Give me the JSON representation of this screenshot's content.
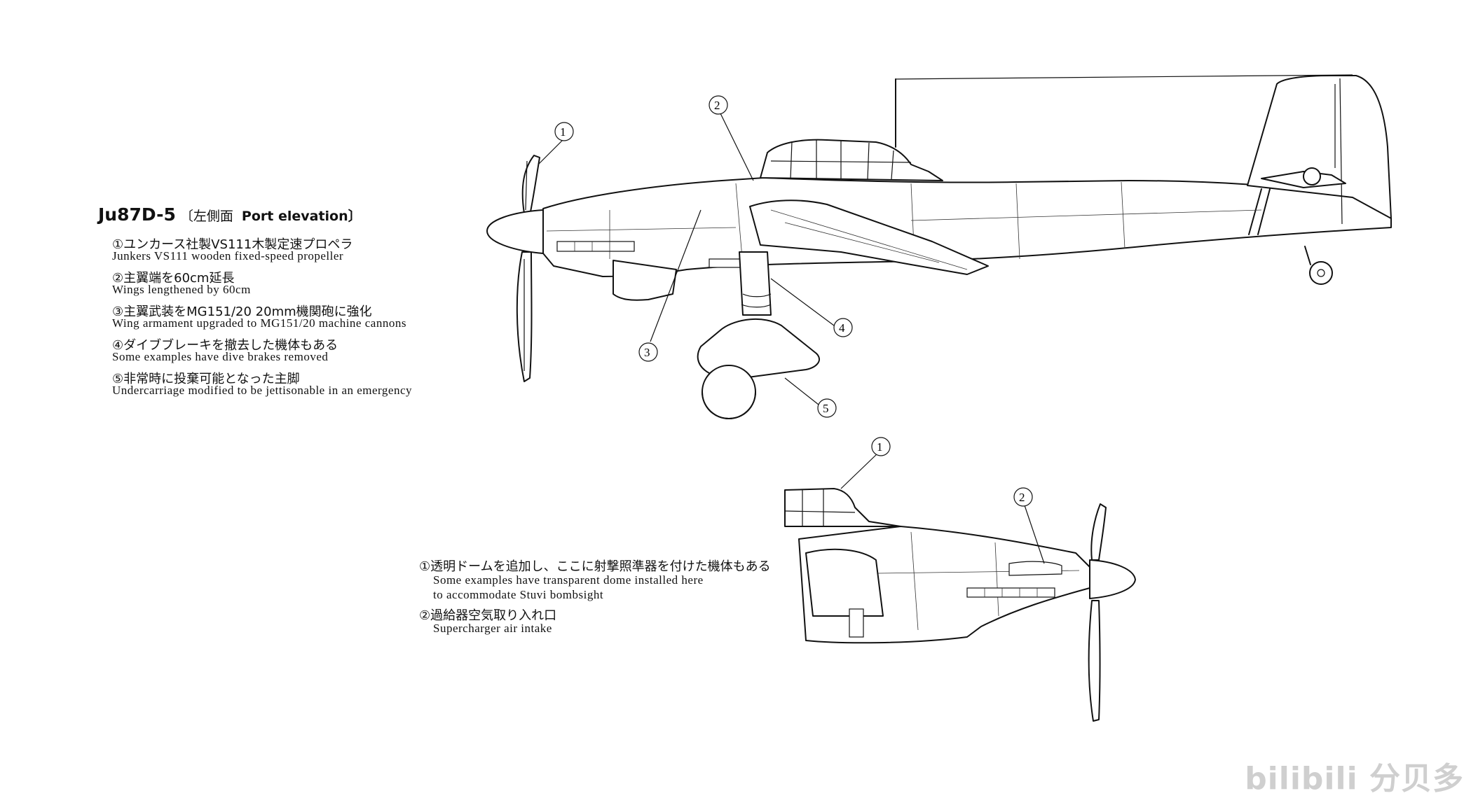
{
  "top_notes": {
    "title_main": "Ju87D-5",
    "title_jp": "〔左側面",
    "title_en": "Port elevation〕",
    "items": [
      {
        "jp": "①ユンカース社製VS111木製定速プロペラ",
        "en": "Junkers VS111 wooden fixed-speed propeller"
      },
      {
        "jp": "②主翼端を60cm延長",
        "en": "Wings lengthened by 60cm"
      },
      {
        "jp": "③主翼武装をMG151/20 20mm機関砲に強化",
        "en": "Wing armament upgraded to MG151/20 machine cannons"
      },
      {
        "jp": "④ダイブブレーキを撤去した機体もある",
        "en": "Some examples have dive brakes removed"
      },
      {
        "jp": "⑤非常時に投棄可能となった主脚",
        "en": "Undercarriage modified to be jettisonable in an emergency"
      }
    ]
  },
  "bottom_notes": {
    "items": [
      {
        "jp": "①透明ドームを追加し、ここに射撃照準器を付けた機体もある",
        "en": [
          "Some examples have transparent dome installed here",
          "to accommodate Stuvi bombsight"
        ]
      },
      {
        "jp": "②過給器空気取り入れ口",
        "en": [
          "Supercharger air intake"
        ]
      }
    ]
  },
  "callouts_top": [
    "1",
    "2",
    "3",
    "4",
    "5"
  ],
  "callouts_bottom": [
    "1",
    "2"
  ],
  "watermark": "bilibili 分贝多"
}
